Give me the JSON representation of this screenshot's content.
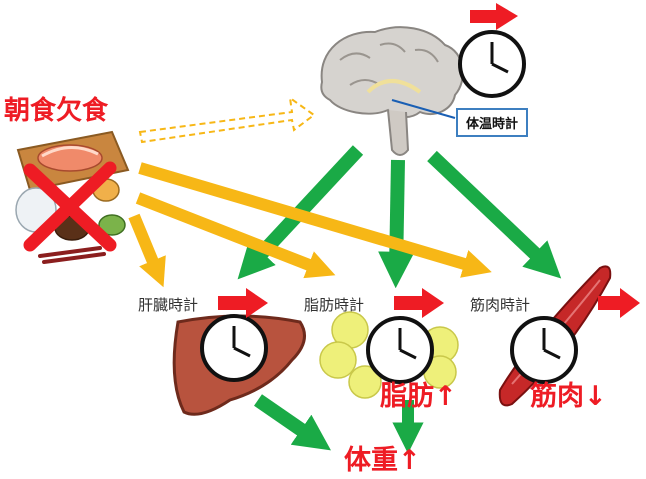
{
  "labels": {
    "skip_breakfast": "朝食欠食",
    "body_temp_clock": "体温時計",
    "liver_clock": "肝臓時計",
    "fat_clock": "脂肪時計",
    "muscle_clock": "筋肉時計",
    "fat_up": "脂肪↑",
    "muscle_down": "筋肉↓",
    "weight_up": "体重↑"
  },
  "colors": {
    "red": "#ee1c24",
    "green": "#1aaa46",
    "orange": "#f7b716",
    "box_border": "#3d7fc0"
  }
}
